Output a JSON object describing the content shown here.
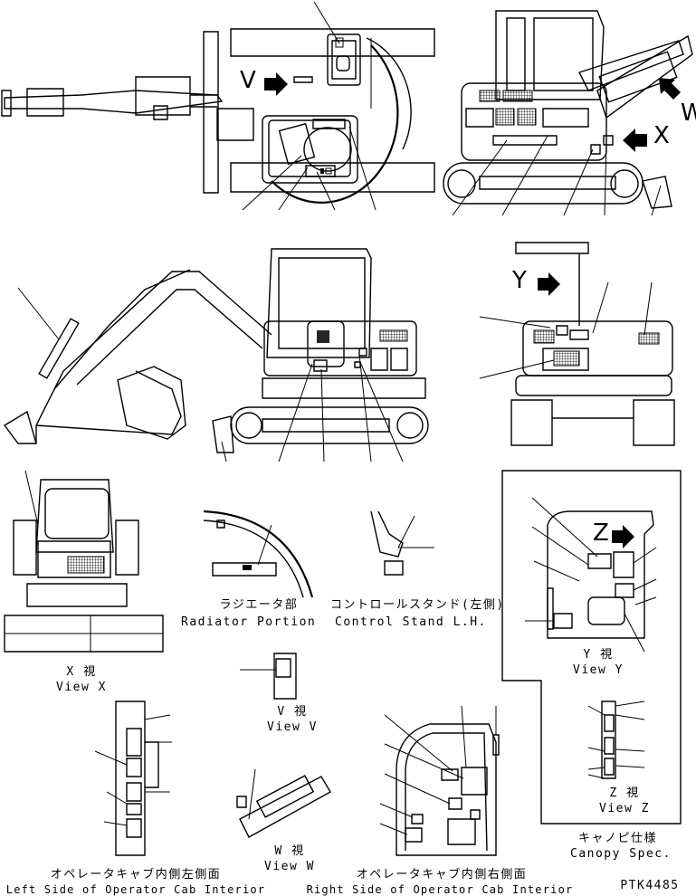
{
  "drawing_id": "PTK4485",
  "arrow_letters": {
    "v": "V",
    "w": "W",
    "x": "X",
    "y": "Y",
    "z": "Z"
  },
  "captions": {
    "radiator_jp": "ラジエータ部",
    "radiator_en": "Radiator Portion",
    "control_stand_jp": "コントロールスタンド(左側)",
    "control_stand_en": "Control Stand L.H.",
    "view_x_jp": "X 視",
    "view_x_en": "View X",
    "view_v_jp": "V 視",
    "view_v_en": "View V",
    "view_y_jp": "Y 視",
    "view_y_en": "View Y",
    "view_z_jp": "Z 視",
    "view_z_en": "View Z",
    "view_w_jp": "W 視",
    "view_w_en": "View W",
    "canopy_jp": "キャノピ仕様",
    "canopy_en": "Canopy Spec.",
    "left_cab_jp": "オペレータキャブ内側左側面",
    "left_cab_en": "Left Side of Operator Cab Interior",
    "right_cab_jp": "オペレータキャブ内側右側面",
    "right_cab_en": "Right Side of Operator Cab Interior"
  }
}
